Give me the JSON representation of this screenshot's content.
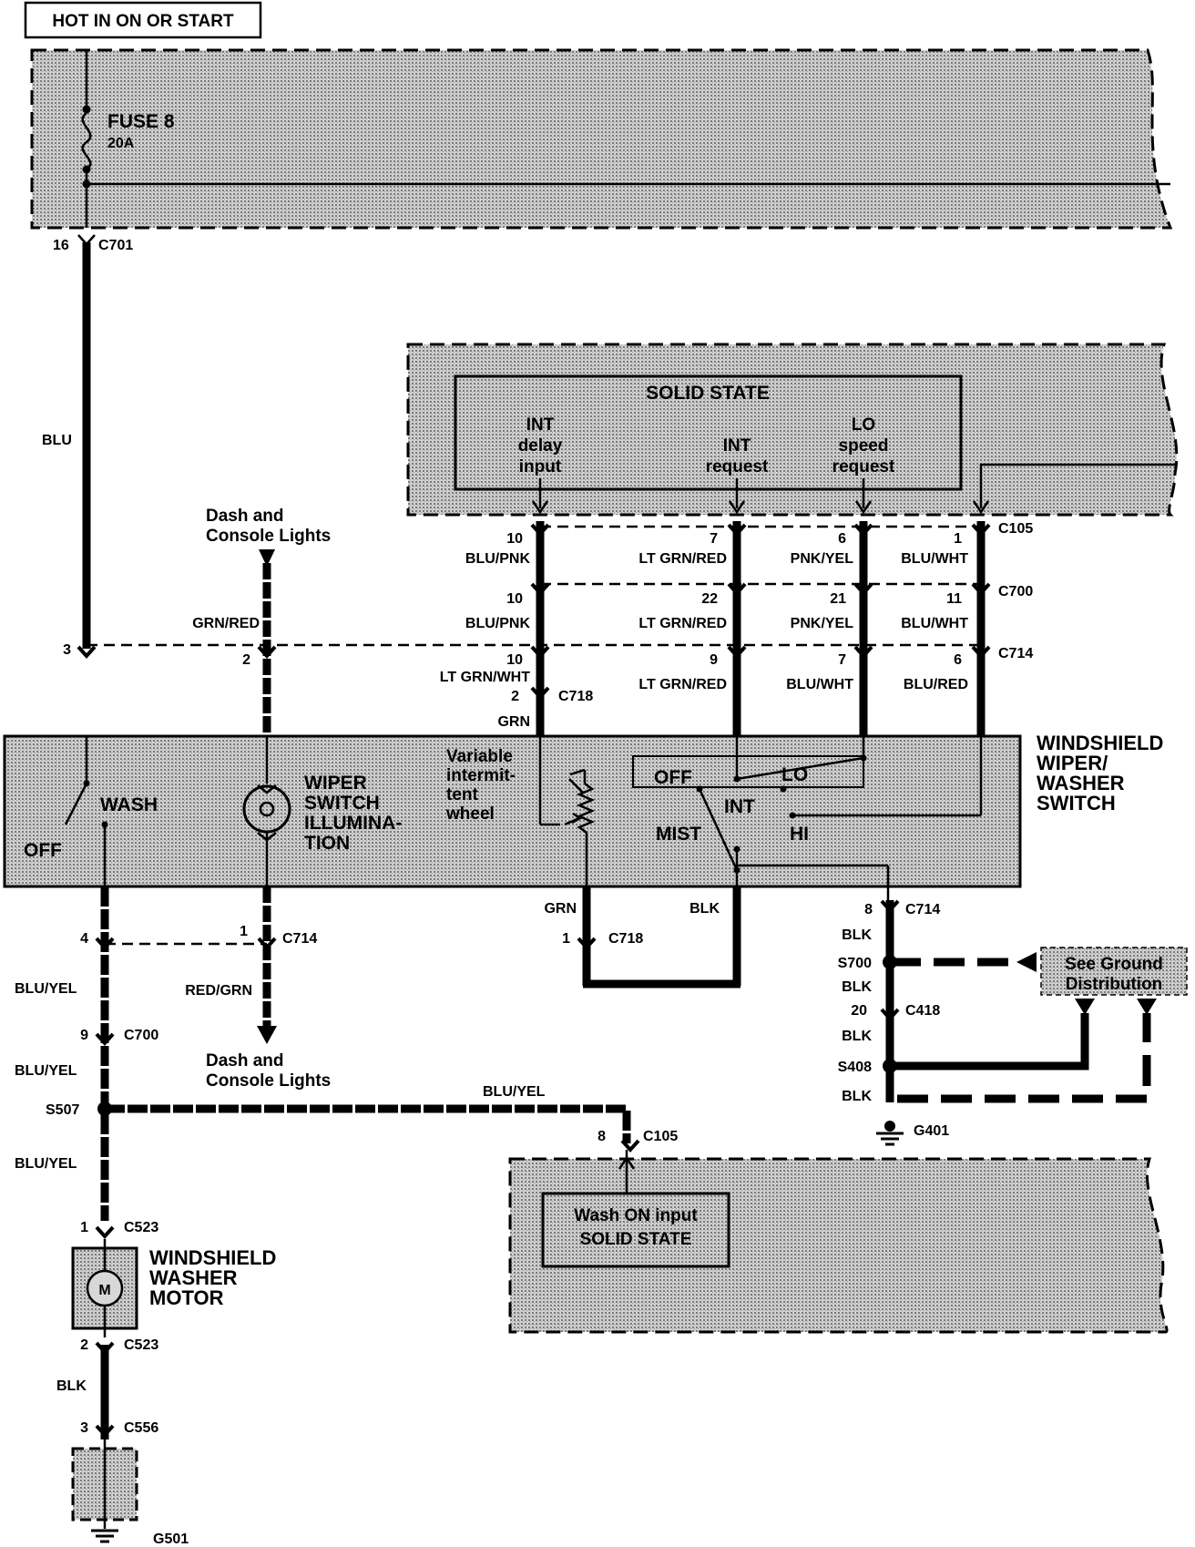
{
  "header": {
    "hot_label": "HOT IN ON OR START"
  },
  "fuse": {
    "name": "FUSE 8",
    "rating": "20A"
  },
  "connectors": {
    "c701": "C701",
    "c701_pin": "16",
    "c105": "C105",
    "c700": "C700",
    "c714": "C714",
    "c718": "C718",
    "c418": "C418",
    "c523": "C523",
    "c556": "C556"
  },
  "wires": {
    "blu": "BLU",
    "grn_red": "GRN/RED",
    "blu_pnk": "BLU/PNK",
    "lt_grn_red": "LT GRN/RED",
    "pnk_yel": "PNK/YEL",
    "blu_wht": "BLU/WHT",
    "lt_grn_wht": "LT GRN/WHT",
    "blu_red": "BLU/RED",
    "grn": "GRN",
    "blk": "BLK",
    "blu_yel": "BLU/YEL",
    "red_grn": "RED/GRN"
  },
  "pins": {
    "p1": "1",
    "p2": "2",
    "p3": "3",
    "p4": "4",
    "p6": "6",
    "p7": "7",
    "p8": "8",
    "p9": "9",
    "p10": "10",
    "p11": "11",
    "p20": "20",
    "p21": "21",
    "p22": "22"
  },
  "solid_state": {
    "title": "SOLID STATE",
    "int_delay": [
      "INT",
      "delay",
      "input"
    ],
    "int_request": [
      "INT",
      "request"
    ],
    "lo_speed": [
      "LO",
      "speed",
      "request"
    ]
  },
  "dash_lights": {
    "line1": "Dash and",
    "line2": "Console Lights"
  },
  "switch": {
    "name": [
      "WINDSHIELD",
      "WIPER/",
      "WASHER",
      "SWITCH"
    ],
    "wash": "WASH",
    "off": "OFF",
    "illumination": [
      "WIPER",
      "SWITCH",
      "ILLUMINA-",
      "TION"
    ],
    "variable": [
      "Variable",
      "intermit-",
      "tent",
      "wheel"
    ],
    "pos_off": "OFF",
    "pos_lo": "LO",
    "pos_int": "INT",
    "pos_mist": "MIST",
    "pos_hi": "HI"
  },
  "splices": {
    "s700": "S700",
    "s408": "S408",
    "s507": "S507"
  },
  "grounds": {
    "g401": "G401",
    "g501": "G501"
  },
  "ground_dist": [
    "See Ground",
    "Distribution"
  ],
  "wash_input": [
    "Wash ON input",
    "SOLID STATE"
  ],
  "washer_motor": {
    "name": [
      "WINDSHIELD",
      "WASHER",
      "MOTOR"
    ],
    "symbol": "M"
  }
}
